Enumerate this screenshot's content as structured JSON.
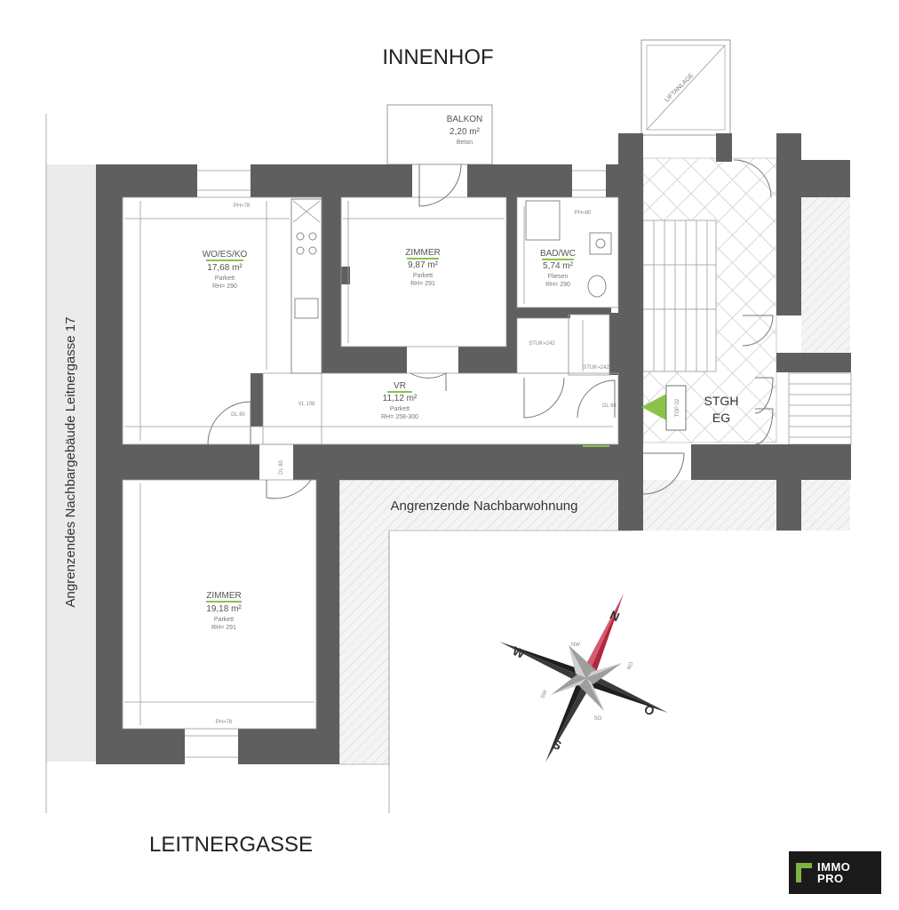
{
  "labels": {
    "courtyard": "INNENHOF",
    "street": "LEITNERGASSE",
    "side_building": "Angrenzendes Nachbargebäude Leitnergasse 17",
    "neighbour_flat": "Angrenzende Nachbarwohnung",
    "elevator": "LIFTANLAGE",
    "stair_1": "STGH",
    "stair_2": "EG",
    "top": "TOP 02"
  },
  "rooms": {
    "balkon": {
      "name": "BALKON",
      "area": "2,20 m²",
      "floor": "Beton"
    },
    "wohnkueche": {
      "name": "WO/ES/KO",
      "area": "17,68 m²",
      "floor": "Parkett",
      "height": "RH= 290"
    },
    "zimmer1": {
      "name": "ZIMMER",
      "area": "9,87 m²",
      "floor": "Parkett",
      "height": "RH= 291"
    },
    "bad": {
      "name": "BAD/WC",
      "area": "5,74 m²",
      "floor": "Fliesen",
      "height": "RH= 290"
    },
    "vr": {
      "name": "VR",
      "area": "11,12 m²",
      "floor": "Parkett",
      "height": "RH= 258-300"
    },
    "zimmer2": {
      "name": "ZIMMER",
      "area": "19,18 m²",
      "floor": "Parkett",
      "height": "RH= 291"
    }
  },
  "notes": {
    "ph1": "PH=78",
    "ph2": "PH=80",
    "ph3": "PH=78",
    "stuk1": "STUK=242",
    "stuk2": "STUK=242",
    "dl1": "DL 80",
    "dl2": "DL 80",
    "dl3": "DL 66",
    "vl": "VL 108"
  },
  "compass": {
    "n": "N",
    "s": "S",
    "w": "W",
    "o": "O",
    "nw": "NW",
    "no": "NO",
    "sw": "SW",
    "so": "SO"
  },
  "logo": {
    "line1": "IMMO",
    "line2": "PRO"
  },
  "colors": {
    "wall": "#5f5f5f",
    "accent": "#8bc34a",
    "compass_red": "#b3263e",
    "logo_bg": "#1a1a1a"
  }
}
